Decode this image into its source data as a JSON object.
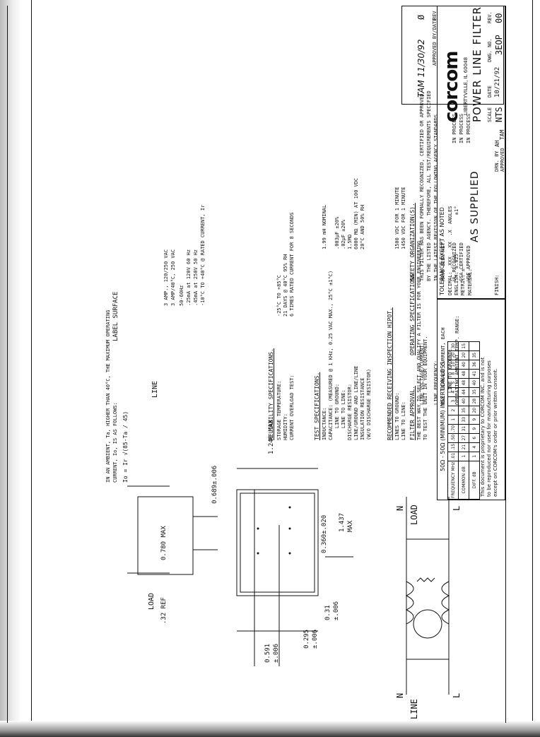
{
  "rev_header": {
    "approval_sig": "TAM 11/30/92",
    "rev_mark": "Ø",
    "approved_label": "APPROVED BY/DATE",
    "rev_label": "REV"
  },
  "safety": {
    "title": "SAFETY ORGANIZATION(S).",
    "body": [
      "THIS FILTER HAS BEEN FORMALLY RECOGNIZED, CERTIFIED OR APPROVED",
      "BY THE LISTED AGENCY. THEREFORE, ALL TEST/REQUIREMENTS SPECIFIED",
      "IN THE LATEST REVISION OF THE FOLLOWING AGENCY STANDARDS",
      "HAVE BEEN MET."
    ],
    "agencies": [
      "UL RECOGNIZED",
      "CSA CERTIFIED",
      "VDE APPROVED"
    ],
    "status": [
      "IN PROCESS",
      "IN PROCESS",
      "IN PROCESS"
    ]
  },
  "operating": {
    "title": "OPERATING SPECIFICATIONS.",
    "labels": [
      "LINE VOLTAGE/CURRENT:",
      "",
      "LINE FREQUENCY:",
      "MAX. LEAKAGE CURRENT, EACH",
      "    LINE TO GROUND:",
      "OPERATING AMBIENT TEMP. RANGE:"
    ],
    "values": [
      "3 AMP., 120/250 VAC",
      "3 AMP/40°C, 250 VAC",
      "50-60Hz",
      ".25mA at 120V 60 Hz",
      ".45mA at 250V 50 Hz",
      "-10°C TO +40°C @ RATED CURRENT, Ir"
    ],
    "note1": "IN AN AMBIENT, Ta, HIGHER THAN 40°C, THE MAXIMUM OPERATING",
    "note2": "CURRENT, Io, IS AS FOLLOWS:",
    "formula": "Io = Ir √(85-Ta / 45)"
  },
  "reliability": {
    "title": "RELIABILITY SPECIFICATIONS.",
    "labels": [
      "STORAGE TEMPERATURE:",
      "HUMIDITY:",
      "CURRENT OVERLOAD TEST:"
    ],
    "values": [
      "-25°C TO +85°C",
      "21 DAYS @ 40°C 95% RH",
      "6 TIMES RATED CURRENT FOR 8 SECONDS"
    ]
  },
  "test": {
    "title": "TEST SPECIFICATIONS.",
    "labels": [
      "INDUCTANCE:",
      "CAPACITANCE: (MEASURED @ 1 KHz, 0.25 VAC MAX., 25°C ±1°C)",
      "    LINE TO GROUND:",
      "    LINE TO LINE:",
      "DISCHARGE RESISTOR:",
      "LINE/GROUND AND LINE/LINE",
      "INSULATION RESISTANCE",
      "(W/O DISCHARGE RESISTOR)"
    ],
    "values": [
      "1.99 mH NOMINAL",
      "",
      ".003μF ±20%",
      ".02μF ±20%",
      "1.5MΩ",
      "6000 MΩ (MIN) AT 100 VDC",
      "20°C AND 50% RH",
      ""
    ]
  },
  "hipot": {
    "title": "RECOMMENDED RECEIVING INSPECTION HIPOT.",
    "labels": [
      "LINES TO GROUND:",
      "LINE TO LINE:"
    ],
    "values": [
      "1500 VDC FOR 1 MINUTE",
      "1450 VDC FOR 1 MINUTE"
    ],
    "approval_title": "FILTER APPROVAL.",
    "approval_text": [
      "THE BEST WAY TO SELECT AND QUALIFY A FILTER IS FOR YOUR ENGINEERING",
      "TO TEST THE UNIT IN YOUR EQUIPMENT."
    ]
  },
  "insertion": {
    "title": "50Ω - 50Ω (MINIMUM) INSERTION LOSS",
    "rows": [
      {
        "label": "FREQUENCY MHz",
        "cells": [
          ".01",
          ".15",
          ".50",
          ".70",
          "1",
          "2",
          "3",
          "4",
          "5",
          "8",
          "10",
          "20",
          "30"
        ]
      },
      {
        "label": "COMMON dB",
        "cells": [
          "1",
          "21",
          "27",
          "31",
          "33",
          "35",
          "40",
          "44",
          "48",
          "48",
          "40",
          "20",
          "15"
        ]
      },
      {
        "label": "DIFF. dB",
        "cells": [
          "1",
          "4",
          "6",
          "9",
          "9",
          "20",
          "28",
          "35",
          "40",
          "41",
          "36",
          "35",
          ""
        ]
      }
    ],
    "notice": [
      "This document is proprietary to CORCOM INC. and is not",
      "to be reproduced nor used for manufacturing purposes",
      "except on CORCOM's order or prior written consent."
    ]
  },
  "title_block": {
    "tolerance": "TOLERANCE EXCEPT AS NOTED",
    "decimal": "DECIMAL: .XXX  .XX  .X  ANGLES",
    "english": "ENGLISH: ±.025             ±1°",
    "metric": "METRIC: ±-",
    "material": "MATERIAL:",
    "material_value": "AS SUPPLIED",
    "finish": "FINISH:",
    "company": "corcom",
    "location": "LIBERTYVILLE, IL 60048",
    "product": "POWER LINE FILTER",
    "scale_label": "SCALE",
    "scale": "NTS",
    "date_label": "DATE",
    "date": "10/21/92",
    "dwg_label": "DWG. NO.",
    "dwg": "3EOP",
    "rev_label": "REV.",
    "rev": "00",
    "drn_label": "DRN. BY",
    "drn": "AH",
    "app_label": "APPROVED",
    "app": "TAM"
  },
  "drawing": {
    "label_surface": "LABEL SURFACE",
    "line": "LINE",
    "load": "LOAD",
    "dim_780": "0.780 MAX",
    "dim_689": "0.689±.006",
    "dim_1240": "1.240 MAX",
    "dim_360": "0.360±.020",
    "dim_1437": "1.437",
    "max": "MAX",
    "dim_32": ".32 REF",
    "dim_591": "0.591",
    "dim_591t": "±.006",
    "dim_295": "0.295",
    "dim_295t": "±.006",
    "dim_31": "0.31",
    "dim_31t": "±.006"
  },
  "schematic": {
    "load": "LOAD",
    "line": "LINE",
    "n": "N",
    "l": "L"
  }
}
